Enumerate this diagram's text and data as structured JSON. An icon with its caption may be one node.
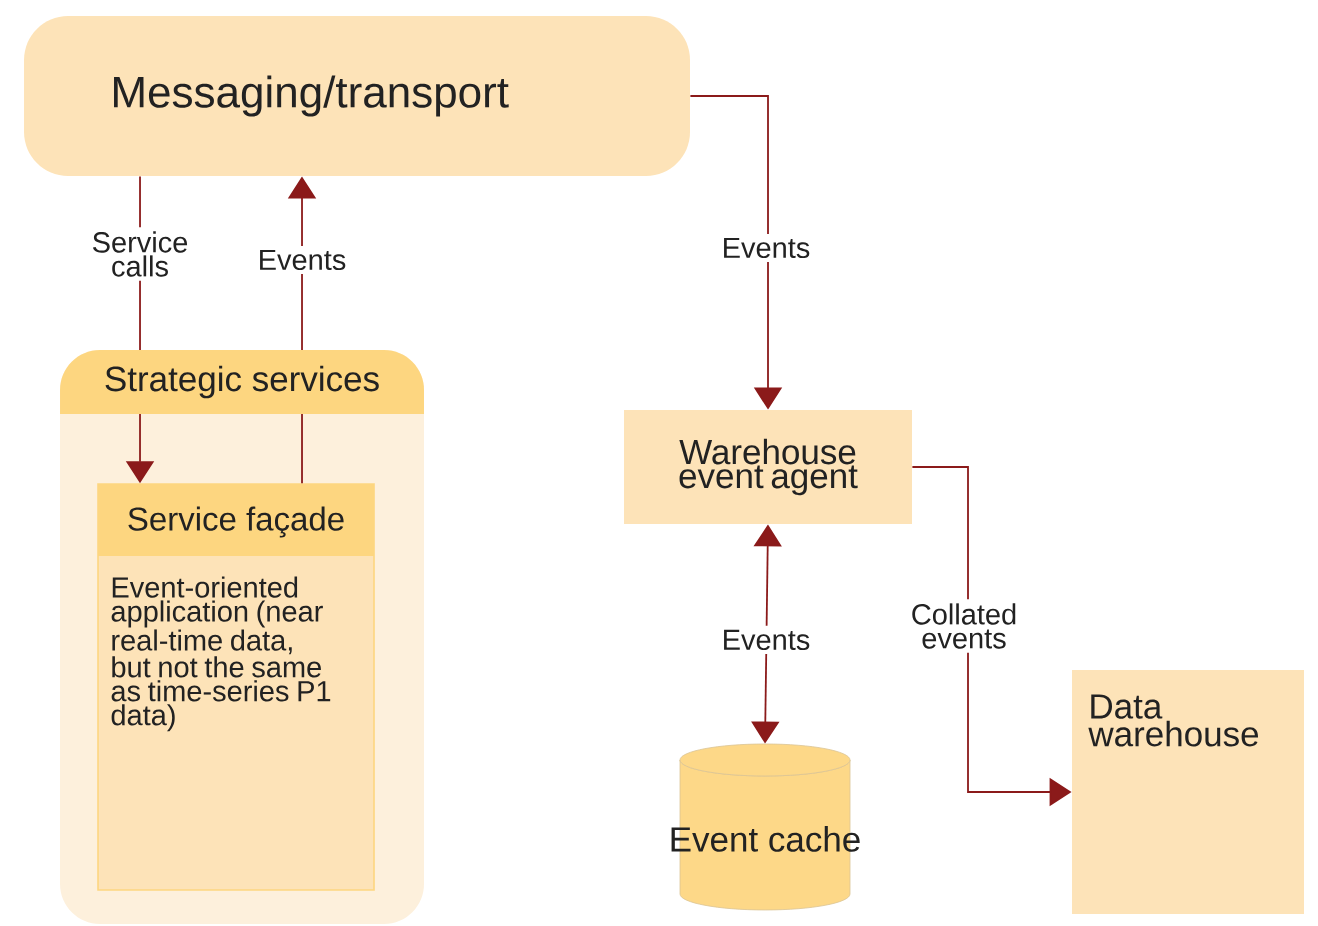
{
  "diagram": {
    "nodes": [
      {
        "text": [
          "Messaging/transport"
        ]
      },
      {
        "text": [
          "Strategic services"
        ]
      },
      {
        "text": [
          "Service façade",
          "Event-oriented application (near real-time data, but not the same as time-series P1 data)"
        ],
        "in": 1
      },
      {
        "text": [
          "Warehouse event agent"
        ]
      },
      {
        "text": [
          "Event cache"
        ]
      },
      {
        "text": [
          "Data warehouse"
        ]
      }
    ],
    "edges": [
      {
        "from": 0,
        "to": 2,
        "arrow": "to",
        "label": "Service calls"
      },
      {
        "from": 2,
        "to": 0,
        "arrow": "to",
        "label": "Events"
      },
      {
        "from": 0,
        "to": 3,
        "arrow": "to",
        "label": "Events"
      },
      {
        "from": 3,
        "to": 4,
        "arrow": "both",
        "label": "Events"
      },
      {
        "from": 3,
        "to": 5,
        "arrow": "to",
        "label": "Collated events"
      }
    ]
  }
}
